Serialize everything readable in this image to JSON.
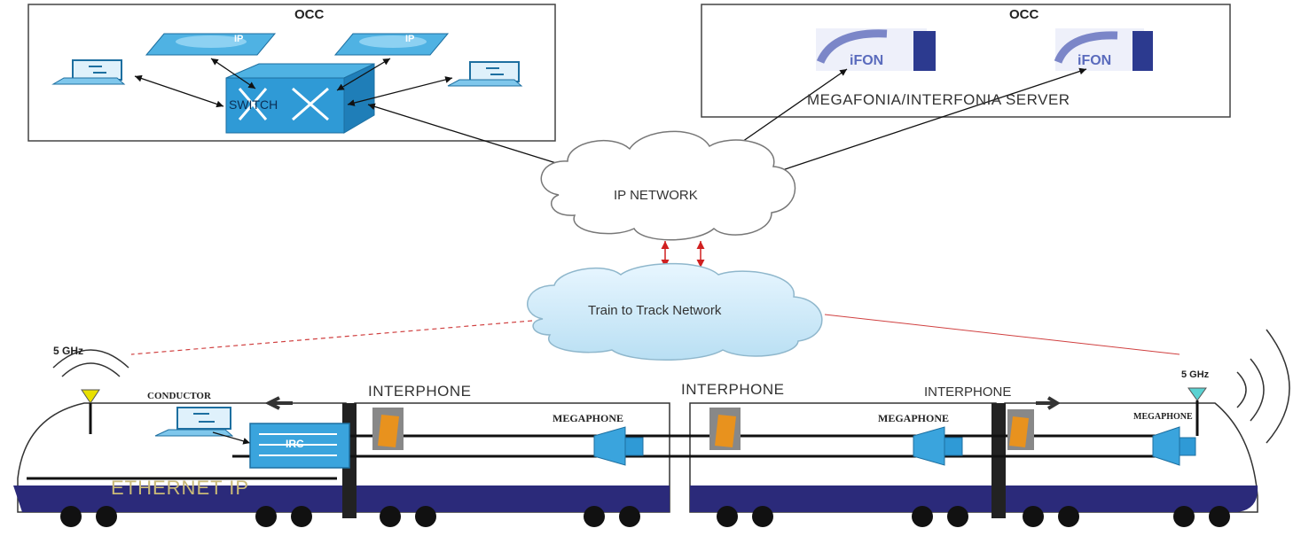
{
  "occ_left": {
    "title": "OCC",
    "switch_label": "SWITCH",
    "phone_label": "IP"
  },
  "occ_right": {
    "title": "OCC",
    "server_label": "MEGAFONIA/INTERFONIA SERVER",
    "ifon_label": "iFON"
  },
  "clouds": {
    "ip_network": "IP NETWORK",
    "train_to_track": "Train to Track Network"
  },
  "train": {
    "antenna_left_label": "5 GHz",
    "antenna_right_label": "5 GHz",
    "conductor_label": "CONDUCTOR",
    "router_label": "IRC",
    "bus_label": "ETHERNET IP",
    "interphone_labels": [
      "INTERPHONE",
      "INTERPHONE",
      "INTERPHONE"
    ],
    "megaphone_labels": [
      "MEGAPHONE",
      "MEGAPHONE",
      "MEGAPHONE"
    ]
  }
}
